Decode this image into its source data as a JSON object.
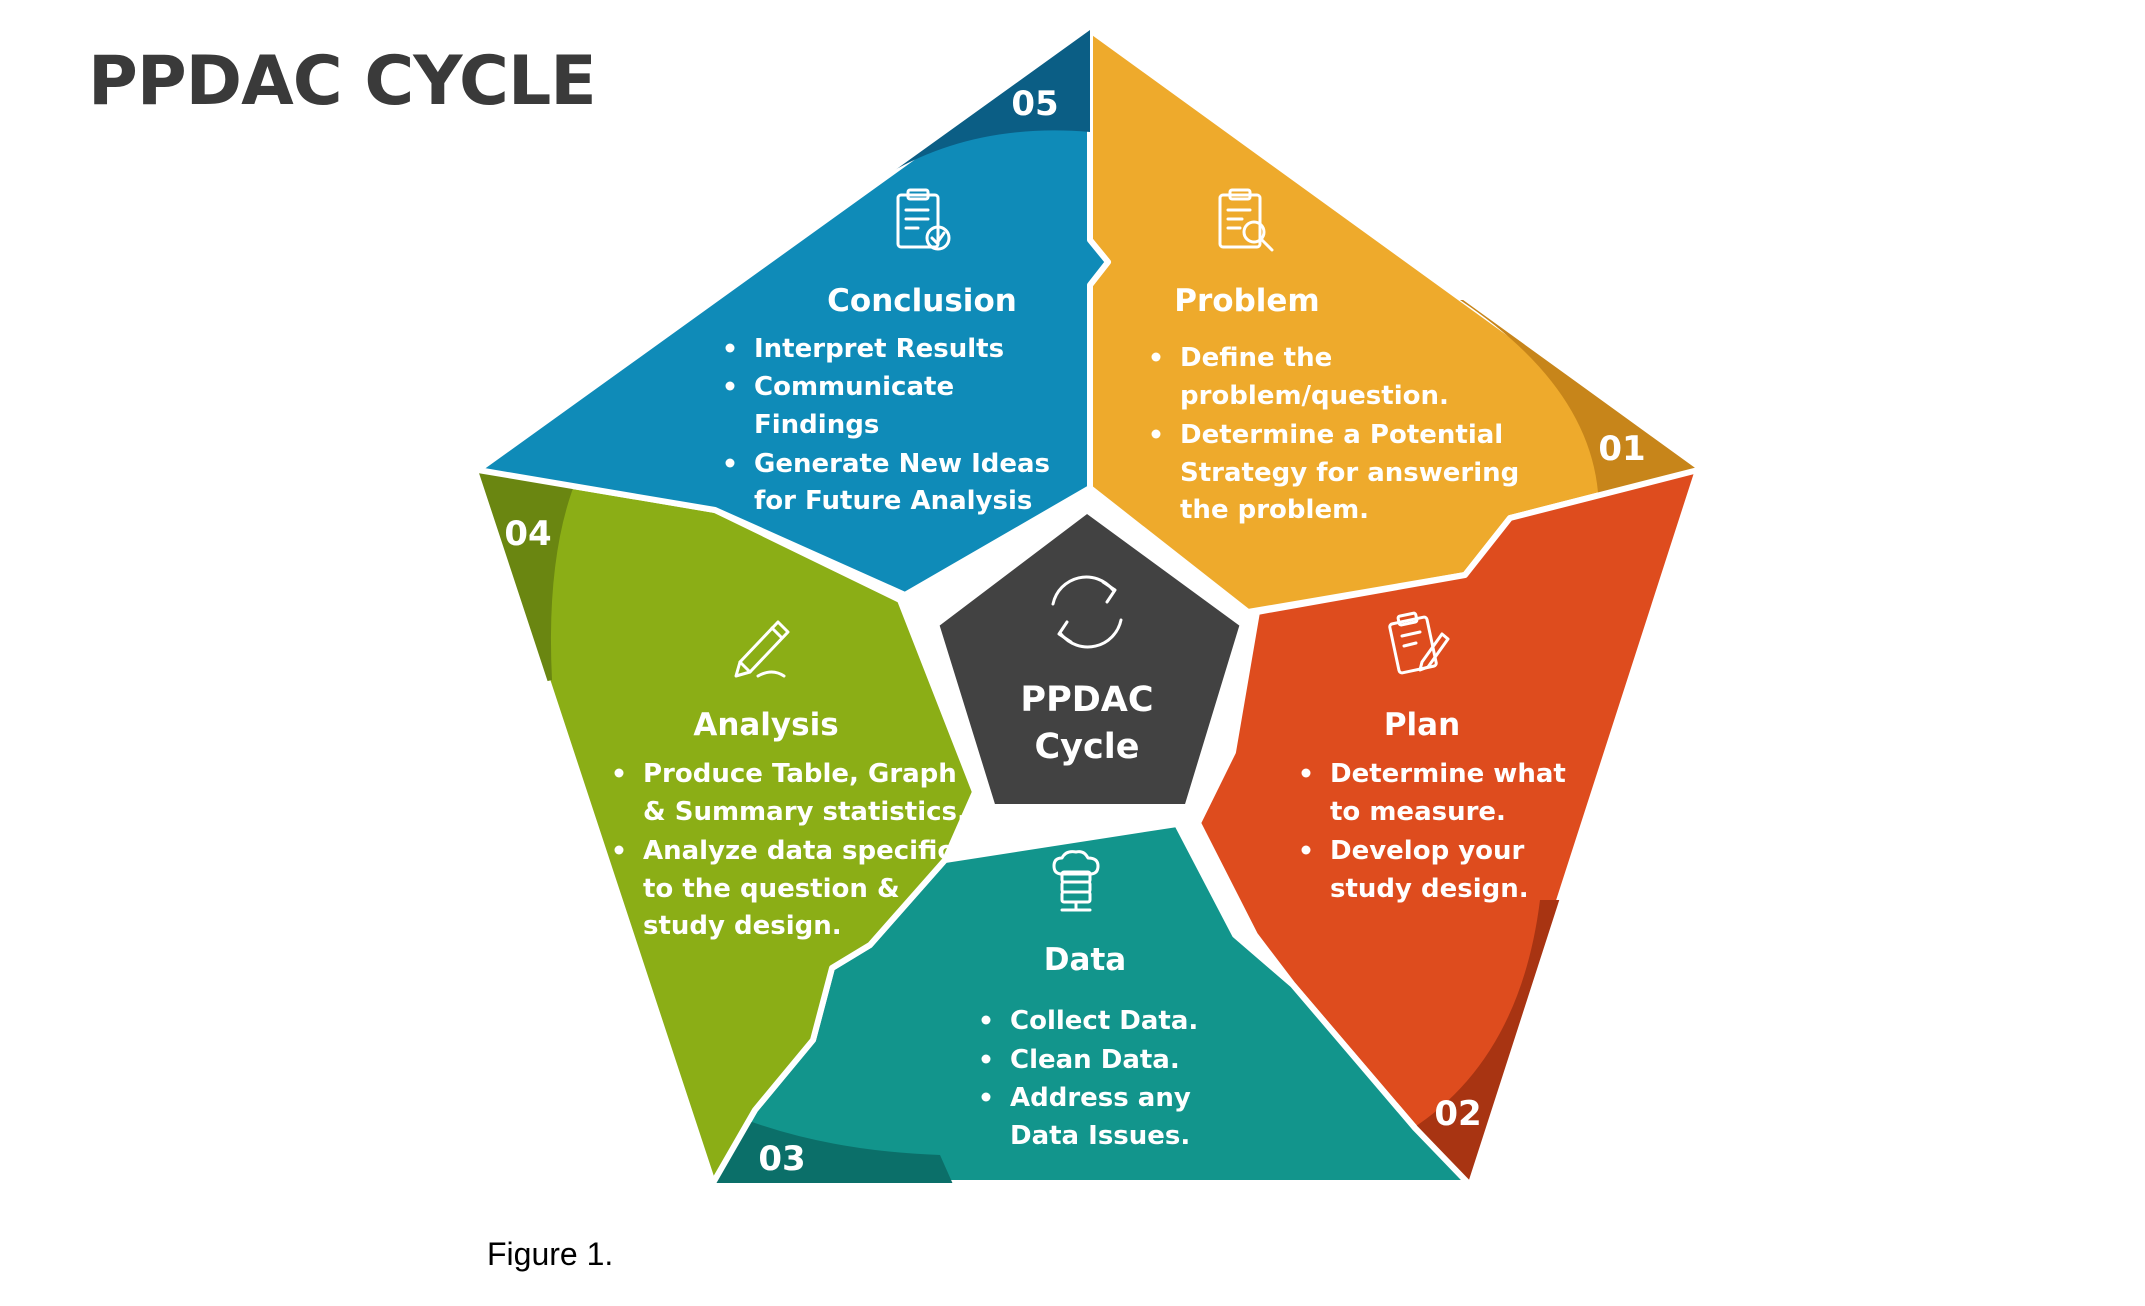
{
  "title": "PPDAC CYCLE",
  "caption": "Figure 1.",
  "center": {
    "line1": "PPDAC",
    "line2": "Cycle",
    "icon": "refresh-cycle-icon"
  },
  "segments": [
    {
      "number": "01",
      "title": "Problem",
      "icon": "clipboard-search-icon",
      "color": "#EEAA2C",
      "bullets": [
        [
          "Define the",
          "problem/question."
        ],
        [
          "Determine a Potential",
          "Strategy for answering",
          "the problem."
        ]
      ]
    },
    {
      "number": "02",
      "title": "Plan",
      "icon": "clipboard-pencil-icon",
      "color": "#DE4C1E",
      "bullets": [
        [
          "Determine what",
          "to measure."
        ],
        [
          "Develop your",
          "study design."
        ]
      ]
    },
    {
      "number": "03",
      "title": "Data",
      "icon": "cloud-database-icon",
      "color": "#12958C",
      "bullets": [
        [
          "Collect Data."
        ],
        [
          "Clean Data."
        ],
        [
          "Address any",
          "Data Issues."
        ]
      ]
    },
    {
      "number": "04",
      "title": "Analysis",
      "icon": "pencil-icon",
      "color": "#8BAE16",
      "bullets": [
        [
          "Produce Table, Graph",
          "& Summary statistics."
        ],
        [
          "Analyze data specific",
          "to the question &",
          "study design."
        ]
      ]
    },
    {
      "number": "05",
      "title": "Conclusion",
      "icon": "clipboard-check-icon",
      "color": "#0F8BB8",
      "bullets": [
        [
          "Interpret Results"
        ],
        [
          "Communicate",
          "Findings"
        ],
        [
          "Generate New Ideas",
          "for Future Analysis"
        ]
      ]
    }
  ]
}
